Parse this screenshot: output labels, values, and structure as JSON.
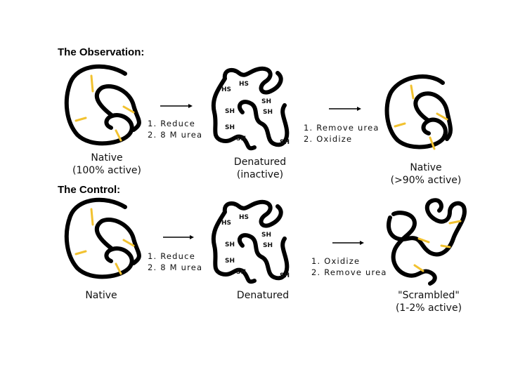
{
  "observation": {
    "title": "The Observation:",
    "native_label_line1": "Native",
    "native_label_line2": "(100% active)",
    "step1_line1": "1. Reduce",
    "step1_line2": "2. 8 M urea",
    "denatured_label_line1": "Denatured",
    "denatured_label_line2": "(inactive)",
    "step2_line1": "1. Remove urea",
    "step2_line2": "2. Oxidize",
    "result_label_line1": "Native",
    "result_label_line2": "(>90% active)"
  },
  "control": {
    "title": "The Control:",
    "native_label": "Native",
    "step1_line1": "1. Reduce",
    "step1_line2": "2. 8 M urea",
    "denatured_label": "Denatured",
    "step2_line1": "1. Oxidize",
    "step2_line2": "2. Remove urea",
    "result_label_line1": "\"Scrambled\"",
    "result_label_line2": "(1-2% active)"
  },
  "denatured_groups": {
    "hs1": "HS",
    "hs2": "HS",
    "sh1": "SH",
    "sh2": "SH",
    "sh3": "SH",
    "sh4": "SH",
    "sh5": "SH",
    "sh6": "SH"
  },
  "colors": {
    "chain": "#000000",
    "disulfide_bond": "#f2c230"
  }
}
